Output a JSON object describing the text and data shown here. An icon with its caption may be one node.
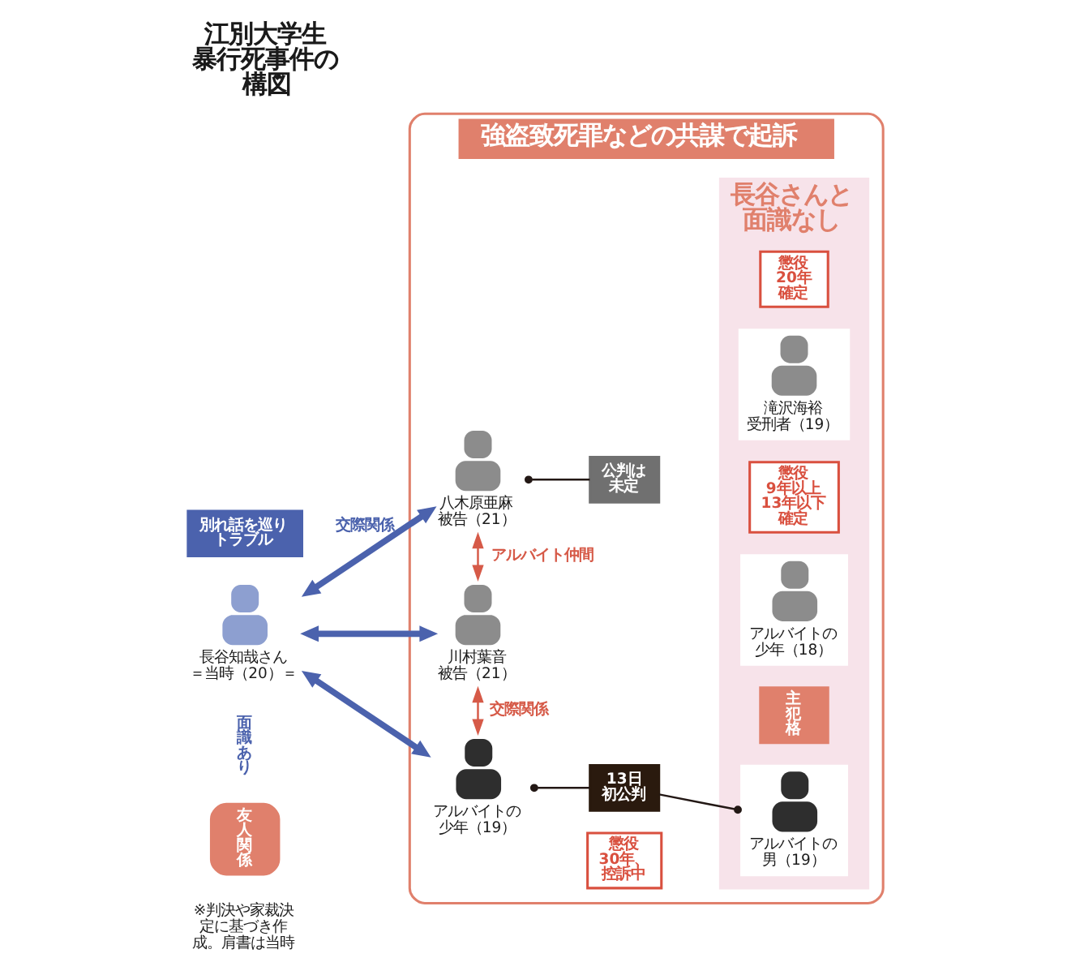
{
  "diagram": {
    "title": "江別大学生暴行死事件の構図",
    "nodes": [
      {
        "text": [
          "長谷知哉さん",
          "＝当時（20）＝"
        ]
      },
      {
        "text": [
          "別れ話を巡りトラブル"
        ]
      },
      {
        "text": [
          "友人関係"
        ]
      },
      {
        "text": [
          "強盗致死罪などの共謀で起訴"
        ]
      },
      {
        "text": [
          "八木原亜麻",
          "被告（21）"
        ],
        "in": 3
      },
      {
        "text": [
          "公判は未定"
        ],
        "in": 3
      },
      {
        "text": [
          "川村葉音",
          "被告（21）"
        ],
        "in": 3
      },
      {
        "text": [
          "懲役30年、控訴中"
        ],
        "in": 3
      },
      {
        "text": [
          "アルバイトの少年（19）"
        ],
        "in": 3
      },
      {
        "text": [
          "13日初公判"
        ],
        "in": 3
      },
      {
        "text": [
          "長谷さんと面識なし"
        ],
        "in": 3
      },
      {
        "text": [
          "懲役20年確定"
        ],
        "in": 10
      },
      {
        "text": [
          "滝沢海裕",
          "受刑者（19）"
        ],
        "in": 10
      },
      {
        "text": [
          "懲役9年以上13年以下確定"
        ],
        "in": 10
      },
      {
        "text": [
          "アルバイトの少年（18）"
        ],
        "in": 10
      },
      {
        "text": [
          "主犯格"
        ],
        "in": 10
      },
      {
        "text": [
          "アルバイトの男（19）"
        ],
        "in": 10
      }
    ],
    "edges": [
      {
        "from": 0,
        "to": 4,
        "arrow": "both",
        "label": "交際関係",
        "style": "thick"
      },
      {
        "from": 0,
        "to": 6,
        "arrow": "both",
        "style": "thick"
      },
      {
        "from": 0,
        "to": 8,
        "arrow": "both",
        "style": "thick"
      },
      {
        "from": 4,
        "to": 6,
        "arrow": "both",
        "label": "アルバイト仲間",
        "color": "#d65a48"
      },
      {
        "from": 6,
        "to": 8,
        "arrow": "both",
        "label": "交際関係",
        "color": "#d65a48"
      },
      {
        "from": 4,
        "to": 5,
        "arrow": "other",
        "color": "#231815"
      },
      {
        "from": 8,
        "to": 9,
        "arrow": "other",
        "color": "#231815"
      },
      {
        "from": 9,
        "to": 16,
        "arrow": "other",
        "color": "#231815"
      }
    ],
    "labels": [
      "面識あり",
      "※判決や家裁決定に基づき作成。肩書は当時"
    ]
  }
}
